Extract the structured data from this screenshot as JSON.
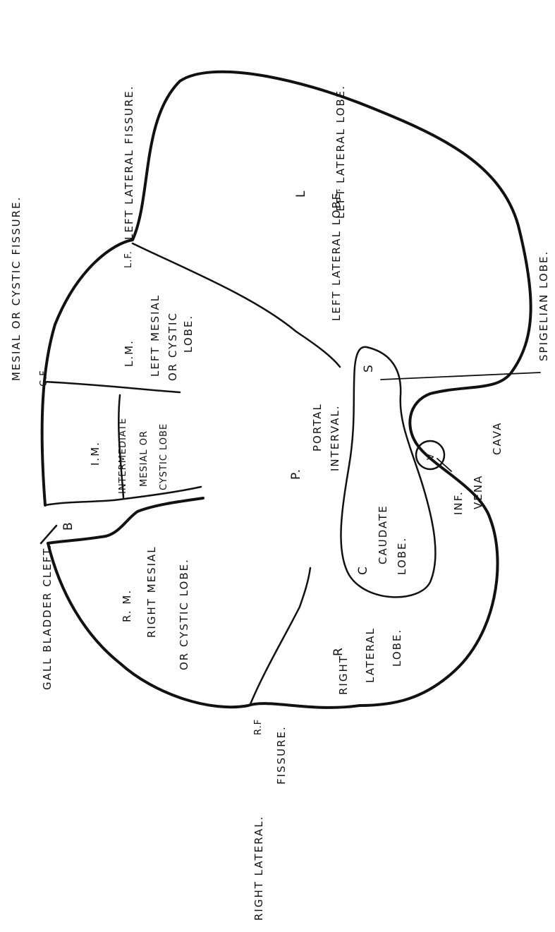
{
  "labels": {
    "left_lateral_fissure": "LEFT LATERAL FISSURE.",
    "mesial_or_cystic_fissure": "MESIAL OR CYSTIC FISSURE.",
    "lf": "L.F.",
    "cf": "C.F.",
    "gall_bladder_cleft": "GALL BLADDER CLEFT.",
    "b": "B",
    "rf": "R.F",
    "right_lateral_fissure_1": "RIGHT LATERAL.",
    "right_lateral_fissure_2": "FISSURE.",
    "spigelian_lobe": "SPIGELIAN LOBE.",
    "l": "L",
    "left_lateral_lobe_1": "LEFT LATERAL LOBE.",
    "left_lateral_lobe_2": "LEFT LATERAL LOBE.",
    "lm": "L.M.",
    "left_mesial_1": "LEFT MESIAL",
    "left_mesial_2": "OR CYSTIC",
    "left_mesial_3": "LOBE.",
    "im": "I.M.",
    "intermediate_1": "INTERMEDIATE",
    "intermediate_2": "MESIAL OR",
    "intermediate_3": "CYSTIC LOBE",
    "s": "S",
    "p": "P.",
    "portal_1": "PORTAL",
    "portal_2": "INTERVAL.",
    "v": "V",
    "inf_vena_cava_1": "INF.",
    "inf_vena_cava_2": "VENA",
    "inf_vena_cava_3": "CAVA",
    "c": "C",
    "caudate_1": "CAUDATE",
    "caudate_2": "LOBE.",
    "rm": "R. M.",
    "right_mesial_1": "RIGHT MESIAL",
    "right_mesial_2": "OR CYSTIC LOBE.",
    "r": "R",
    "right_lateral_lobe_1": "RIGHT",
    "right_lateral_lobe_2": "LATERAL",
    "right_lateral_lobe_3": "LOBE."
  }
}
